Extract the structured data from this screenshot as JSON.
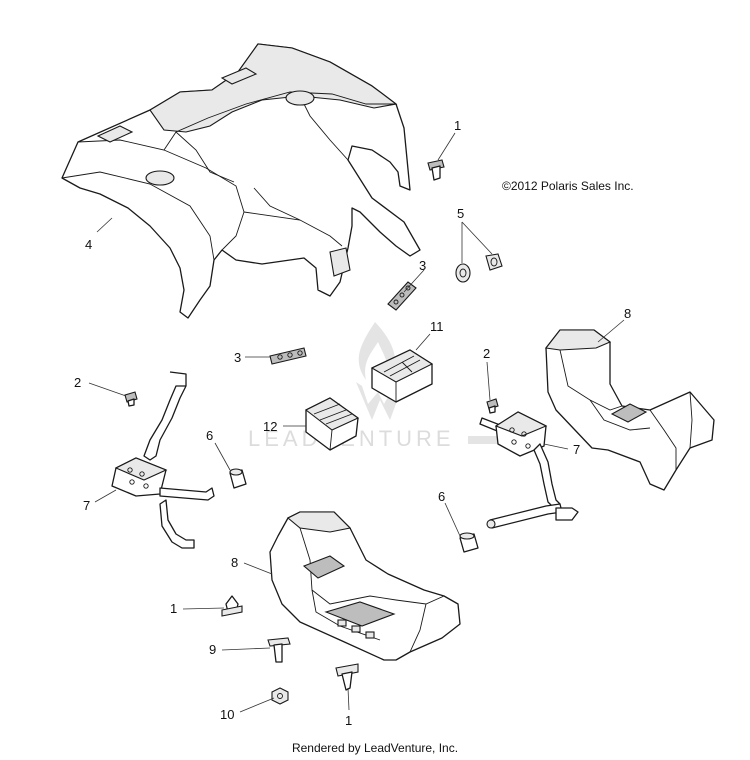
{
  "copyright": "©2012 Polaris Sales Inc.",
  "watermark": "LEADVENTURE",
  "footer": "Rendered by LeadVenture, Inc.",
  "callouts": {
    "c1a": "1",
    "c1b": "1",
    "c1c": "1",
    "c2a": "2",
    "c2b": "2",
    "c3a": "3",
    "c3b": "3",
    "c4": "4",
    "c5": "5",
    "c6a": "6",
    "c6b": "6",
    "c7a": "7",
    "c7b": "7",
    "c8a": "8",
    "c8b": "8",
    "c9": "9",
    "c10": "10",
    "c11": "11",
    "c12": "12"
  }
}
